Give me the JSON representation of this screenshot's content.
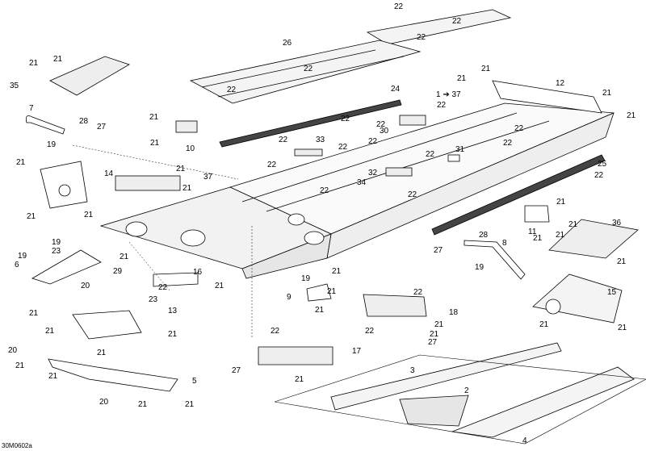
{
  "drawing_code": "30M0602a",
  "arrow_ref": "1 ➔ 37",
  "labels": [
    "2",
    "3",
    "4",
    "5",
    "6",
    "7",
    "8",
    "9",
    "10",
    "11",
    "12",
    "13",
    "14",
    "15",
    "16",
    "17",
    "18",
    "19",
    "20",
    "21",
    "22",
    "23",
    "24",
    "25",
    "26",
    "27",
    "28",
    "29",
    "30",
    "31",
    "32",
    "33",
    "34",
    "35",
    "36",
    "37"
  ],
  "colors": {
    "line": "#000000",
    "fill": "#ffffff",
    "shade": "#d9d9d9",
    "dark": "#333333"
  }
}
